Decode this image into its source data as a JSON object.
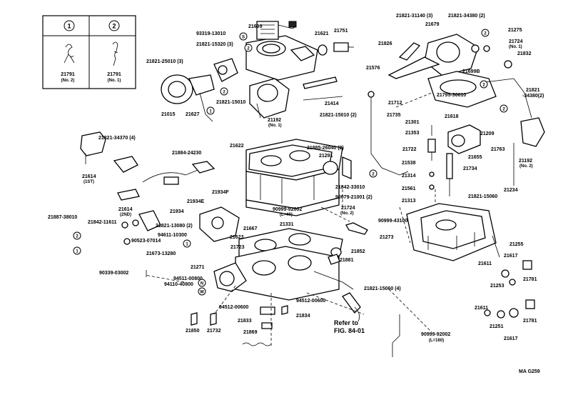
{
  "legend": {
    "markers": [
      "1",
      "2"
    ],
    "items": [
      {
        "part": "21791",
        "note": "(No. 2)"
      },
      {
        "part": "21791",
        "note": "(No. 1)"
      }
    ]
  },
  "callouts": {
    "p21699": "21699",
    "p93319": "93319-13010",
    "p21821_15320": "21821-15320 (3)",
    "p21621": "21621",
    "p21751": "21751",
    "p21821_25010": "21821-25010 (3)",
    "p21821_15010a": "21821-15010",
    "p21015": "21015",
    "p21627": "21627",
    "p21414": "21414",
    "p21192a": "21192",
    "p21192a_note": "(No. 1)",
    "p21821_15010b": "21821-15010 (2)",
    "p21821_31140": "21821-31140 (3)",
    "p21821_34380": "21821-34380 (2)",
    "p21679": "21679",
    "p21275": "21275",
    "p21724a": "21724",
    "p21724a_note": "(No. 1)",
    "p21832": "21832",
    "p21826": "21826",
    "p21699B": "21699B",
    "p21576": "21576",
    "p21795": "21795-30010",
    "p21821_34380b": "21821",
    "p21821_34380b_2": "-34380(2)",
    "p21712": "21712",
    "p21735": "21735",
    "p21301": "21301",
    "p21618": "21618",
    "p21353": "21353",
    "p21209": "21209",
    "p21722": "21722",
    "p21655": "21655",
    "p21763": "21763",
    "p21192b": "21192",
    "p21192b_note": "(No. 2)",
    "p21538": "21538",
    "p21734": "21734",
    "p21314": "21314",
    "p21561": "21561",
    "p21313": "21313",
    "p21821_15060a": "21821-15060",
    "p21234": "21234",
    "p21821_34370": "21821-34370 (4)",
    "p21622": "21622",
    "p21884": "21884-24230",
    "p21885": "21885-26040 (2)",
    "p21291": "21291",
    "p21842_33010": "21842-33010",
    "p21614a": "21614",
    "p21614a_note": "(1ST)",
    "p21934F": "21934F",
    "p21934E": "21934E",
    "p90079": "90079-21001 (2)",
    "p21614b": "21614",
    "p21614b_note": "(2ND)",
    "p21934": "21934",
    "p90999_92002a": "90999-92002",
    "p90999_92002a_note": "(L=40)",
    "p21724b": "21724",
    "p21724b_note": "(No. 2)",
    "p90999_43100": "90999-43100",
    "p21887": "21887-38010",
    "p21842_11611": "21842-11611",
    "p21821_13080": "21821-13080 (2)",
    "p21667": "21667",
    "p21331": "21331",
    "p94611": "94611-10300",
    "p90523": "90523-07014",
    "p21623": "21623",
    "p21273": "21273",
    "p21673": "21673-13280",
    "p21723": "21723",
    "p21852": "21852",
    "p21255": "21255",
    "p21271": "21271",
    "p21881": "21881",
    "p21617a": "21617",
    "p90339": "90339-03002",
    "p21611a": "21611",
    "p21781a": "21781",
    "p94511": "94511-00800",
    "p94110": "94110-40800",
    "p21253": "21253",
    "p21821_15060b": "21821-15060 (4)",
    "p94512a": "94512-00600",
    "p94512b": "94512-00600",
    "p21611b": "21611",
    "p21781b": "21781",
    "p21833": "21833",
    "p21834": "21834",
    "p21251": "21251",
    "p21850": "21850",
    "p21732": "21732",
    "p21869": "21869",
    "refer1": "Refer to",
    "refer2": "FIG. 84-01",
    "p90999_92002b": "90999-92002",
    "p90999_92002b_note": "(L=160)",
    "p21617b": "21617",
    "code": "MA G259"
  },
  "markers": {
    "s": "S",
    "n": "N",
    "w": "W",
    "one": "1",
    "two": "2"
  }
}
